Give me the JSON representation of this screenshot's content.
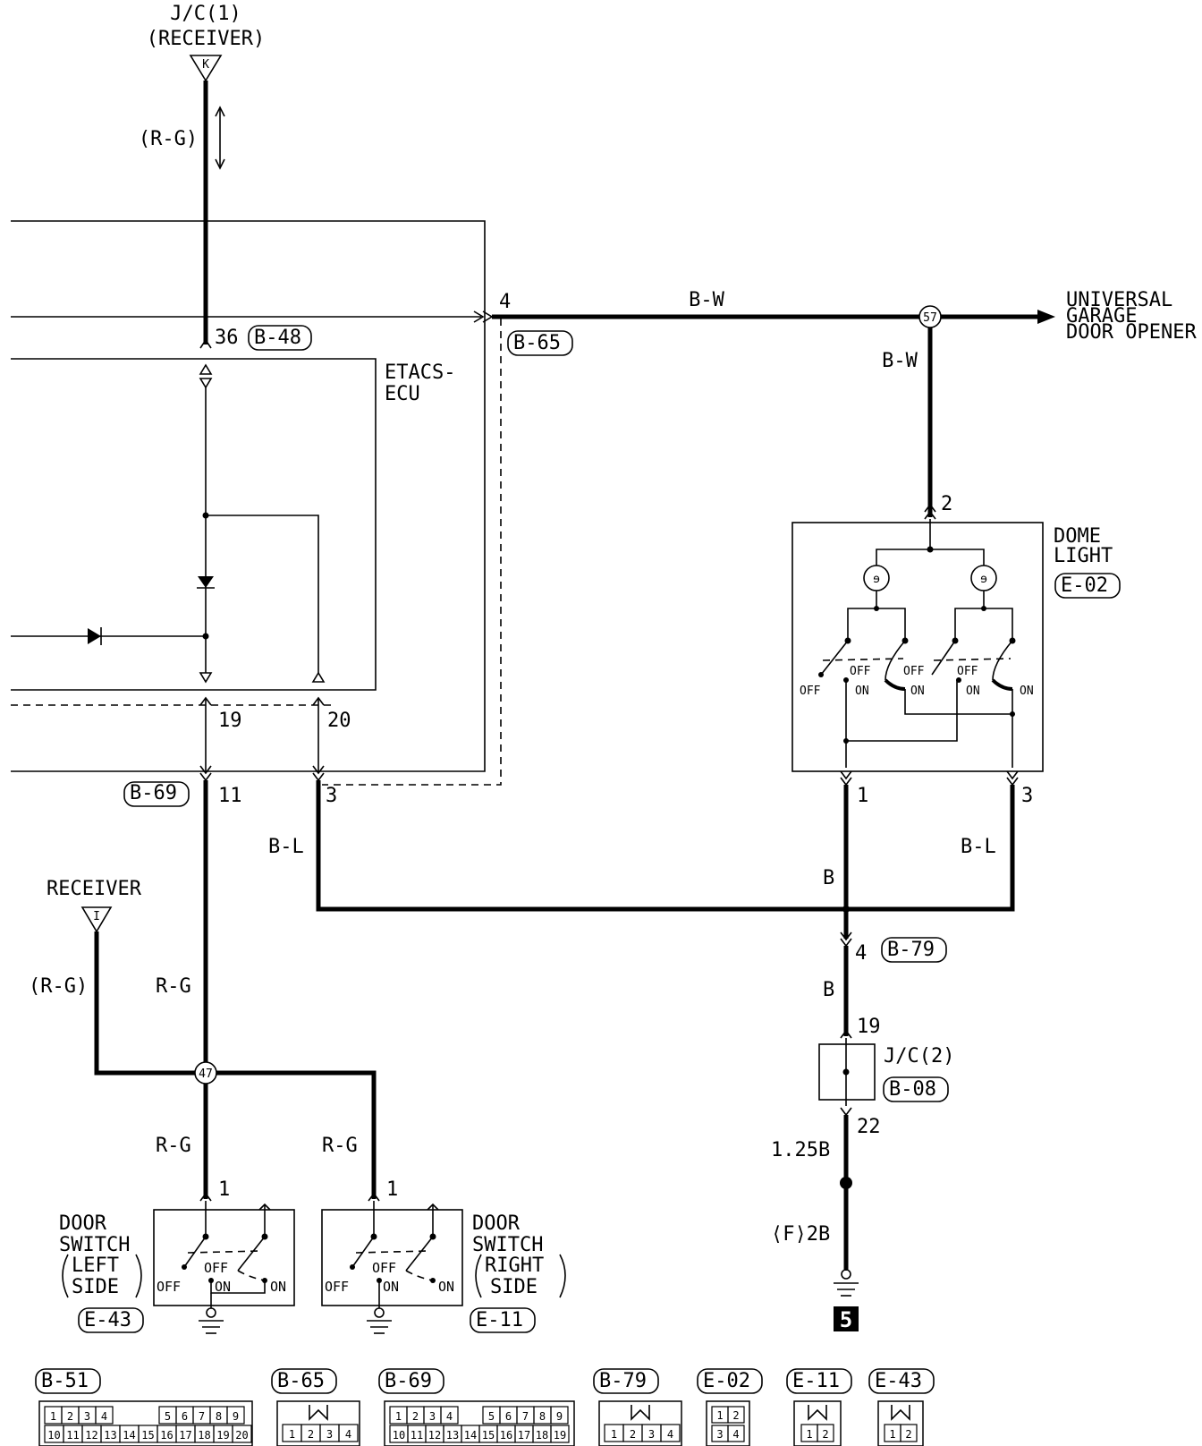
{
  "receiver_top": {
    "line1": "J/C(1)",
    "line2": "(RECEIVER)",
    "pin": "K"
  },
  "wire_colors": {
    "rg_top": "(R-G)",
    "bw_main": "B-W",
    "bw_vert": "B-W",
    "bl_left": "B-L",
    "bl_right": "B-L",
    "b_upper": "B",
    "b_lower": "B",
    "rg_recv": "(R-G)",
    "rg_upper": "R-G",
    "rg_left_sw": "R-G",
    "rg_right_sw": "R-G",
    "gauge_125": "1.25B",
    "gauge_2b": "⟨F⟩2B"
  },
  "ecu": {
    "name_line1": "ETACS-",
    "name_line2": "ECU"
  },
  "pins": {
    "p36": "36",
    "p4": "4",
    "p19": "19",
    "p20": "20",
    "p11": "11",
    "p3": "3",
    "dome_p2": "2",
    "dome_p1": "1",
    "dome_p3": "3",
    "b79_p4": "4",
    "jc2_p19": "19",
    "jc2_p22": "22",
    "dsl_p1": "1",
    "dsr_p1": "1"
  },
  "connectors": {
    "b48": "B-48",
    "b65": "B-65",
    "b69": "B-69",
    "e02": "E-02",
    "b79": "B-79",
    "b08": "B-08",
    "e43": "E-43",
    "e11": "E-11"
  },
  "junctions": {
    "j57": "57",
    "j47": "47"
  },
  "garage": {
    "line1": "UNIVERSAL",
    "line2": "GARAGE",
    "line3": "DOOR OPENER"
  },
  "dome": {
    "line1": "DOME",
    "line2": "LIGHT",
    "off": "OFF",
    "on": "ON"
  },
  "jc2": {
    "label": "J/C(2)"
  },
  "receiver_left": {
    "label": "RECEIVER",
    "pin": "I"
  },
  "door_left": {
    "line1": "DOOR",
    "line2": "SWITCH",
    "line3": "LEFT",
    "line4": "SIDE",
    "off": "OFF",
    "on": "ON"
  },
  "door_right": {
    "line1": "DOOR",
    "line2": "SWITCH",
    "line3": "RIGHT",
    "line4": "SIDE",
    "off": "OFF",
    "on": "ON"
  },
  "ground_num": "5",
  "conn_legend": {
    "b51": {
      "label": "B-51",
      "top": [
        "1",
        "2",
        "3",
        "4",
        "5",
        "6",
        "7",
        "8",
        "9"
      ],
      "bottom": [
        "10",
        "11",
        "12",
        "13",
        "14",
        "15",
        "16",
        "17",
        "18",
        "19",
        "20"
      ]
    },
    "b65": {
      "label": "B-65",
      "pins": [
        "1",
        "2",
        "3",
        "4"
      ]
    },
    "b69": {
      "label": "B-69",
      "top": [
        "1",
        "2",
        "3",
        "4",
        "5",
        "6",
        "7",
        "8",
        "9"
      ],
      "bottom": [
        "10",
        "11",
        "12",
        "13",
        "14",
        "15",
        "16",
        "17",
        "18",
        "19"
      ]
    },
    "b79": {
      "label": "B-79",
      "pins": [
        "1",
        "2",
        "3",
        "4"
      ]
    },
    "e02": {
      "label": "E-02",
      "pins": [
        "1",
        "2",
        "3",
        "4"
      ]
    },
    "e11": {
      "label": "E-11",
      "pins": [
        "1",
        "2"
      ]
    },
    "e43": {
      "label": "E-43",
      "pins": [
        "1",
        "2"
      ]
    }
  }
}
